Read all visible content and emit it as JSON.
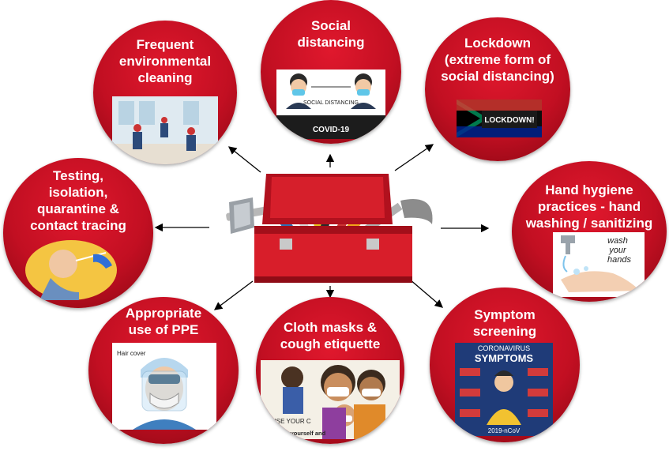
{
  "center": {
    "label": "toolbox"
  },
  "nodes": {
    "cleaning": {
      "lines": [
        "Frequent",
        "environmental",
        "cleaning"
      ]
    },
    "distancing": {
      "lines": [
        "Social",
        "distancing"
      ],
      "image_text": "SOCIAL DISTANCING",
      "banner": "COVID-19"
    },
    "lockdown": {
      "lines": [
        "Lockdown",
        "(extreme form of",
        "social distancing)"
      ],
      "image_text": "LOCKDOWN!"
    },
    "testing": {
      "lines": [
        "Testing,",
        "isolation,",
        "quarantine &",
        "contact tracing"
      ]
    },
    "hygiene": {
      "lines": [
        "Hand hygiene",
        "practices - hand",
        "washing / sanitizing"
      ],
      "image_text": [
        "wash",
        "your",
        "hands"
      ]
    },
    "ppe": {
      "lines": [
        "Appropriate",
        "use of PPE"
      ],
      "image_text": "Hair cover"
    },
    "masks": {
      "lines": [
        "Cloth masks &",
        "cough etiquette"
      ],
      "image_text": [
        "USE YOUR C",
        "Save yourself and"
      ]
    },
    "symptoms": {
      "lines": [
        "Symptom",
        "screening"
      ],
      "image_text": [
        "CORONAVIRUS",
        "SYMPTOMS",
        "2019-nCoV"
      ]
    }
  },
  "colors": {
    "circle": "#c20f22",
    "box": "#d81e2a",
    "arrow": "#000000"
  }
}
